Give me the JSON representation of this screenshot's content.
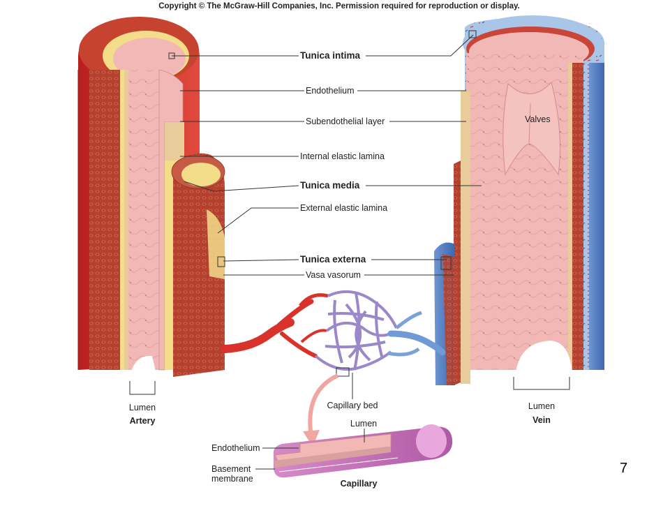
{
  "copyright": "Copyright © The McGraw-Hill Companies, Inc. Permission required for reproduction or display.",
  "labels": {
    "tunica_intima": "Tunica intima",
    "endothelium": "Endothelium",
    "subendothelial_layer": "Subendothelial layer",
    "internal_elastic_lamina": "Internal elastic lamina",
    "tunica_media": "Tunica media",
    "external_elastic_lamina": "External elastic lamina",
    "tunica_externa": "Tunica externa",
    "vasa_vasorum": "Vasa vasorum",
    "valves": "Valves",
    "artery_lumen": "Lumen",
    "artery": "Artery",
    "capillary_bed": "Capillary bed",
    "vein_lumen": "Lumen",
    "vein": "Vein",
    "capillary_lumen": "Lumen",
    "capillary_endothelium": "Endothelium",
    "basement_membrane_line1": "Basement",
    "basement_membrane_line2": "membrane",
    "capillary": "Capillary"
  },
  "slide_number": "7",
  "colors": {
    "artery_red": "#d9322b",
    "media_brown": "#b5402e",
    "intima_pink": "#f2b8b5",
    "elastic_yellow": "#f3dc8a",
    "subendo_tan": "#e8cc9a",
    "vein_blue": "#4a78c0",
    "vein_light_blue": "#a9c6e8",
    "capillary_purple": "#9a88c8",
    "capillary_tube": "#c678b8"
  }
}
